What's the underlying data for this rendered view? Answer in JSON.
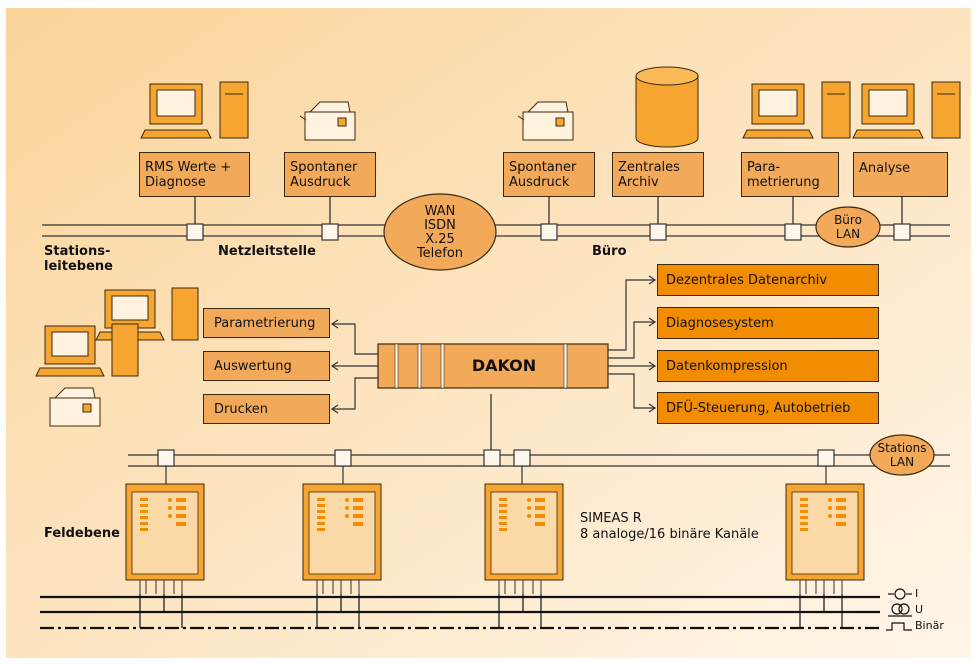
{
  "network": {
    "top_boxes": [
      {
        "line1": "RMS Werte +",
        "line2": "Diagnose"
      },
      {
        "line1": "Spontaner",
        "line2": "Ausdruck"
      },
      {
        "line1": "Spontaner",
        "line2": "Ausdruck"
      },
      {
        "line1": "Zentrales",
        "line2": "Archiv"
      },
      {
        "line1": "Para-",
        "line2": "metrierung"
      },
      {
        "line1": "Analyse",
        "line2": ""
      }
    ],
    "wan": {
      "line1": "WAN",
      "line2": "ISDN",
      "line3": "X.25",
      "line4": "Telefon"
    },
    "buero_lan": {
      "line1": "Büro",
      "line2": "LAN"
    },
    "stations_lan": {
      "line1": "Stations",
      "line2": "LAN"
    },
    "levels": {
      "stationsleitebene_1": "Stations-",
      "stationsleitebene_2": "leitebene",
      "netzleitstelle": "Netzleitstelle",
      "buero": "Büro",
      "feldebene": "Feldebene"
    }
  },
  "dakon": {
    "label": "DAKON",
    "left_boxes": [
      "Parametrierung",
      "Auswertung",
      "Drucken"
    ],
    "right_boxes": [
      "Dezentrales Datenarchiv",
      "Diagnosesystem",
      "Datenkompression",
      "DFÜ-Steuerung, Autobetrieb"
    ]
  },
  "simeas": {
    "line1": "SIMEAS R",
    "line2": "8 analoge/16 binäre Kanäle"
  },
  "legend": {
    "current": "I",
    "voltage": "U",
    "binary": "Binär"
  },
  "colors": {
    "background_warm": "#fbd9a6",
    "background_light": "#fff5e6",
    "box_fill": "#f2a95a",
    "box_fill_dark": "#f28c00",
    "device_fill": "#f7a531",
    "outline": "#3a2a10"
  }
}
